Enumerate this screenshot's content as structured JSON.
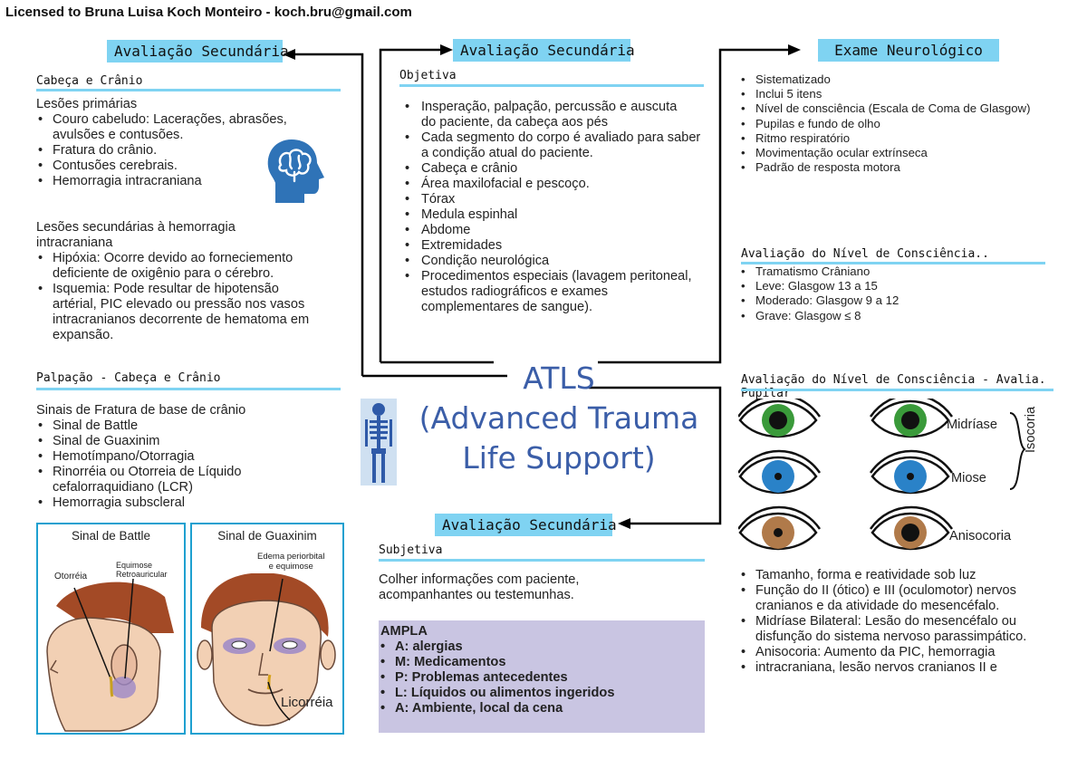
{
  "license": "Licensed to Bruna Luisa Koch Monteiro - koch.bru@gmail.com",
  "left": {
    "header": "Avaliação Secundária",
    "sub1": "Cabeça e Crânio",
    "primarias_title": "Lesões primárias",
    "primarias": [
      "Couro cabeludo: Lacerações, abrasões, avulsões e contusões.",
      "Fratura do crânio.",
      "Contusões cerebrais.",
      "Hemorragia intracraniana"
    ],
    "secundarias_title": "Lesões secundárias à hemorragia intracraniana",
    "secundarias": [
      "Hipóxia: Ocorre devido ao forneciemento deficiente de oxigênio para o cérebro.",
      "Isquemia: Pode resultar de hipotensão artérial, PIC elevado ou pressão nos vasos intracranianos decorrente de hematoma em expansão."
    ],
    "sub2": "Palpação - Cabeça e Crânio",
    "fratura_title": "Sinais de Fratura de base de crânio",
    "fratura": [
      "Sinal de Battle",
      "Sinal de Guaxinim",
      "Hemotímpano/Otorragia",
      "Rinorréia ou Otorreia de Líquido cefalorraquidiano (LCR)",
      "Hemorragia subscleral"
    ],
    "fig1": {
      "title": "Sinal de Battle",
      "label1": "Otorréia",
      "label2": "Equimose\nRetroauricular"
    },
    "fig2": {
      "title": "Sinal de Guaxinim",
      "label1": "Edema periorbital\ne equimose",
      "label2": "Licorréia"
    }
  },
  "center": {
    "header": "Avaliação Secundária",
    "sub": "Objetiva",
    "items": [
      "Insperação, palpação, percussão e auscuta do paciente, da cabeça aos pés",
      "Cada segmento do corpo é avaliado para saber a condição atual do paciente.",
      "Cabeça e crânio",
      "Área maxilofacial e pescoço.",
      "Tórax",
      "Medula espinhal",
      "Abdome",
      "Extremidades",
      "Condição neurológica",
      "Procedimentos especiais (lavagem peritoneal, estudos radiográficos e exames complementares de sangue)."
    ],
    "atls_line1": "ATLS",
    "atls_line2": "(Advanced Trauma",
    "atls_line3": "Life Support)",
    "header2": "Avaliação Secundária",
    "sub2": "Subjetiva",
    "subjetiva_text": "Colher informações com paciente, acompanhantes ou testemunhas.",
    "ampla_title": "AMPLA",
    "ampla": [
      {
        "key": "A",
        "text": ": alergias"
      },
      {
        "key": "M",
        "text": ": Medicamentos"
      },
      {
        "key": "P",
        "text": ": Problemas antecedentes"
      },
      {
        "key": "L",
        "text": ": Líquidos ou alimentos ingeridos"
      },
      {
        "key": "A",
        "text": ": Ambiente, local da cena"
      }
    ]
  },
  "right": {
    "header": "Exame Neurológico",
    "items": [
      "Sistematizado",
      "Inclui 5 itens",
      " Nível de consciência (Escala de Coma de Glasgow)",
      "Pupilas e fundo de olho",
      "Ritmo respiratório",
      "Movimentação ocular extrínseca",
      "Padrão de resposta motora"
    ],
    "sub1": "Avaliação do Nível de Consciência..",
    "glasgow": [
      "Tramatismo Crâniano",
      "Leve: Glasgow 13 a 15",
      "Moderado: Glasgow 9 a 12",
      "Grave: Glasgow ≤ 8"
    ],
    "sub2": "Avaliação do Nível de Consciência - Avalia. Pupilar",
    "eye_labels": {
      "midriase": "Midríase",
      "miose": "Miose",
      "anisocoria": "Anisocoria",
      "isocoria": "Isocoria"
    },
    "pupilar": [
      "Tamanho, forma e reatividade sob luz",
      "Função do II (ótico) e III (oculomotor) nervos cranianos e da atividade do mesencéfalo.",
      "Midríase Bilateral: Lesão do mesencéfalo ou disfunção do sistema nervoso parassimpático.",
      "Anisocoria: Aumento da PIC, hemorragia",
      "intracraniana, lesão nervos cranianos II e"
    ]
  },
  "colors": {
    "accent": "#7fd3f2",
    "title_blue": "#3b5ea8",
    "purple_box": "#c9c5e2"
  }
}
